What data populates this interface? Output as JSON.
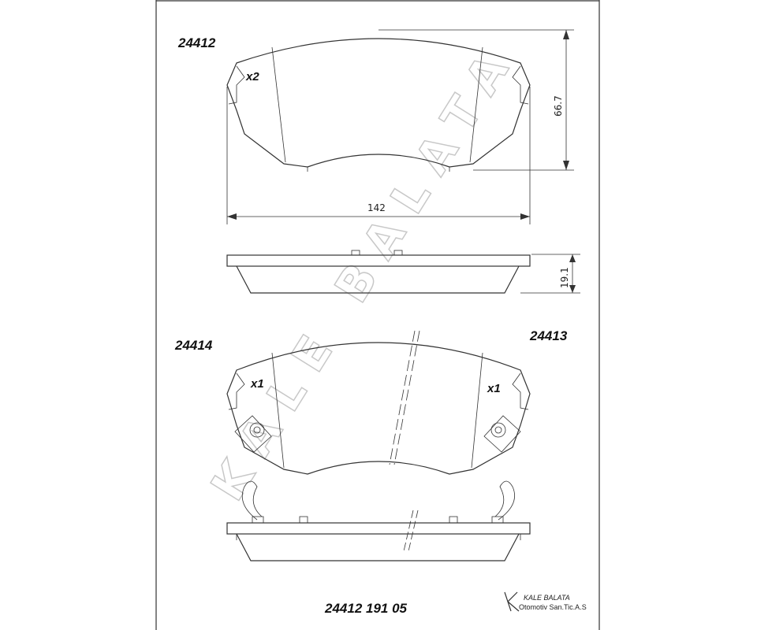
{
  "labels": {
    "part_top": "24412",
    "part_bottom_left": "24414",
    "part_bottom_right": "24413",
    "qty_top": "x2",
    "qty_left": "x1",
    "qty_right": "x1",
    "code": "24412 191 05"
  },
  "dimensions": {
    "width": "142",
    "height": "66.7",
    "thickness": "19.1"
  },
  "watermark": "KALE BALATA",
  "brand": {
    "name": "KALE  BALATA",
    "subtitle": "Otomotiv San.Tic.A.S"
  }
}
